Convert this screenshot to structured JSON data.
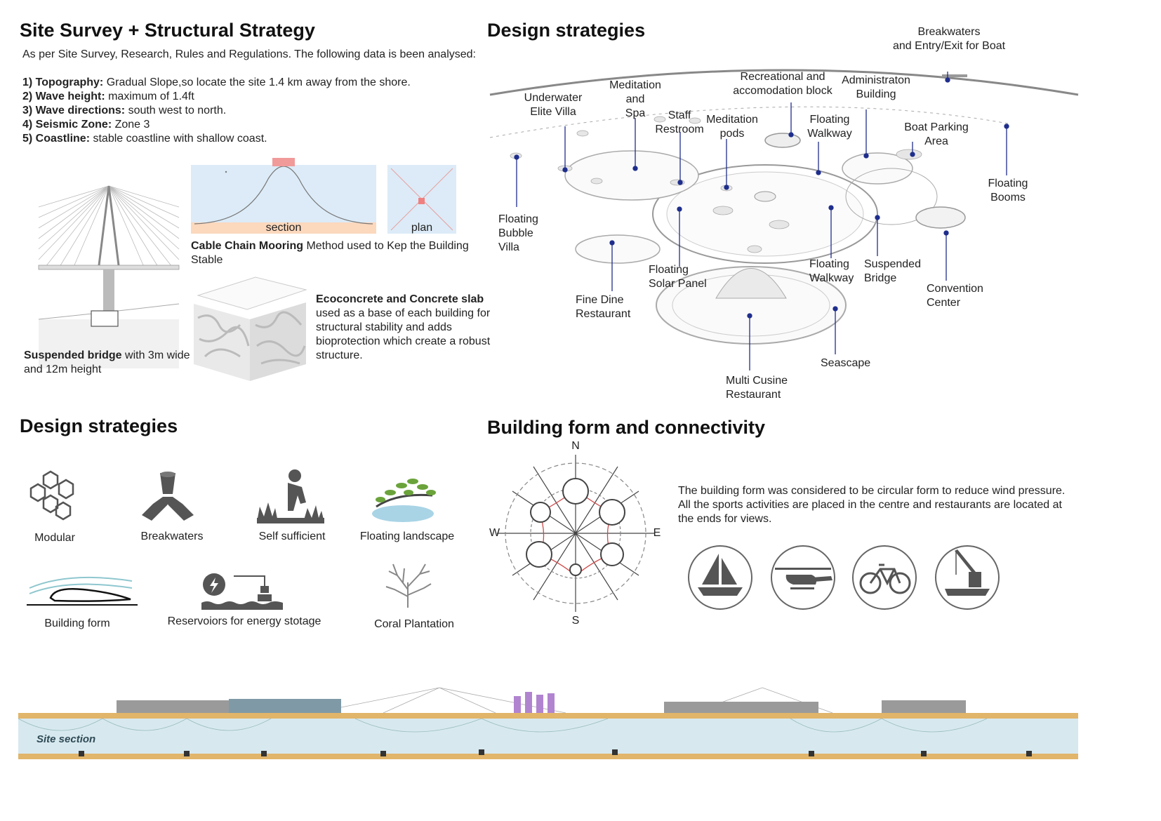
{
  "left_top": {
    "title": "Site Survey + Structural Strategy",
    "intro": "As per Site Survey, Research, Rules and Regulations. The following data is been analysed:",
    "survey": [
      {
        "key": "1) Topography:",
        "value": "Gradual Slope,so locate the site 1.4 km away from the shore."
      },
      {
        "key": "2) Wave height:",
        "value": "maximum of 1.4ft"
      },
      {
        "key": "3) Wave directions:",
        "value": "south west to north."
      },
      {
        "key": "4) Seismic Zone:",
        "value": "Zone 3"
      },
      {
        "key": "5) Coastline:",
        "value": "stable coastline with shallow coast."
      }
    ],
    "section_label": "section",
    "plan_label": "plan",
    "mooring_bold": "Cable Chain Mooring",
    "mooring_rest": " Method used to Kep the Building Stable",
    "bridge_bold": "Suspended bridge",
    "bridge_rest": " with 3m wide and 12m height",
    "concrete_bold": "Ecoconcrete and Concrete slab",
    "concrete_rest": "used as a base of each building for structural stability and adds bioprotection which create a robust structure."
  },
  "right_top": {
    "title": "Design strategies",
    "labels": {
      "breakwaters": "Breakwaters\nand Entry/Exit for Boat",
      "recreational": "Recreational and\naccomodation block",
      "admin": "Administraton\nBuilding",
      "meditation_spa": "Meditation\nand\nSpa",
      "underwater": "Underwater\nElite Villa",
      "staff": "Staff\nRestroom",
      "meditation_pods": "Meditation\npods",
      "floating_walkway_top": "Floating\nWalkway",
      "boat_parking": "Boat Parking\nArea",
      "floating_booms": "Floating\nBooms",
      "bubble_villa": "Floating\nBubble\nVilla",
      "solar_panel": "Floating\nSolar Panel",
      "floating_walkway_bottom": "Floating\nWalkway",
      "suspended_bridge": "Suspended\nBridge",
      "convention": "Convention\nCenter",
      "fine_dine": "Fine Dine\nRestaurant",
      "seascape": "Seascape",
      "multi_cusine": "Multi Cusine\nRestaurant"
    }
  },
  "left_bottom": {
    "title": "Design strategies",
    "items": [
      {
        "label": "Modular",
        "icon": "hexagon-cluster-icon"
      },
      {
        "label": "Breakwaters",
        "icon": "tetrapod-icon"
      },
      {
        "label": "Self sufficient",
        "icon": "farmer-icon"
      },
      {
        "label": "Floating landscape",
        "icon": "mangrove-icon"
      },
      {
        "label": "Building form",
        "icon": "aerofoil-icon"
      },
      {
        "label": "Reservoiors for energy stotage",
        "icon": "energy-reservoir-icon"
      },
      {
        "label": "Coral Plantation",
        "icon": "coral-icon"
      }
    ]
  },
  "right_bottom": {
    "title": "Building form and connectivity",
    "compass": {
      "n": "N",
      "s": "S",
      "e": "E",
      "w": "W"
    },
    "description": "The building form was considered to be circular form to reduce wind pressure. All the sports activities are placed in the centre and restaurants are located at the ends for views.",
    "activities": [
      "sailboat-icon",
      "helicopter-icon",
      "bicycle-icon",
      "crane-barge-icon"
    ]
  },
  "section": {
    "label": "Site section"
  },
  "colors": {
    "water": "#d7e9ef",
    "sand": "#e1b56a",
    "accent": "#1f2e8c",
    "pink": "#f19a9a",
    "peach": "#fcd8bd",
    "sky": "#dcebf7"
  }
}
